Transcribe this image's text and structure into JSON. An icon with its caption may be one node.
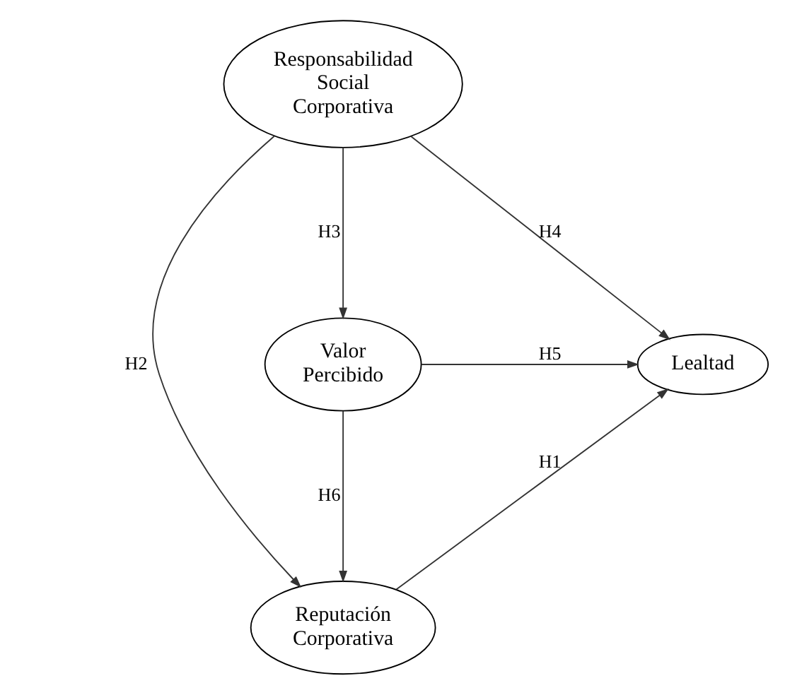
{
  "diagram": {
    "nodes": [
      {
        "text": [
          "Reputación Corporativa"
        ]
      },
      {
        "text": [
          "Responsabilidad Social Corporativa"
        ]
      },
      {
        "text": [
          "Lealtad"
        ]
      },
      {
        "text": [
          "Valor Percibido"
        ]
      }
    ],
    "edges": [
      {
        "from": 0,
        "to": 2,
        "arrow": "to",
        "label": "H1"
      },
      {
        "from": 1,
        "to": 0,
        "arrow": "to",
        "label": "H2"
      },
      {
        "from": 1,
        "to": 2,
        "arrow": "to",
        "label": "H4"
      },
      {
        "from": 1,
        "to": 3,
        "arrow": "to",
        "label": "H3"
      },
      {
        "from": 3,
        "to": 2,
        "arrow": "to",
        "label": "H5"
      },
      {
        "from": 3,
        "to": 0,
        "arrow": "to",
        "label": "H6"
      }
    ]
  }
}
